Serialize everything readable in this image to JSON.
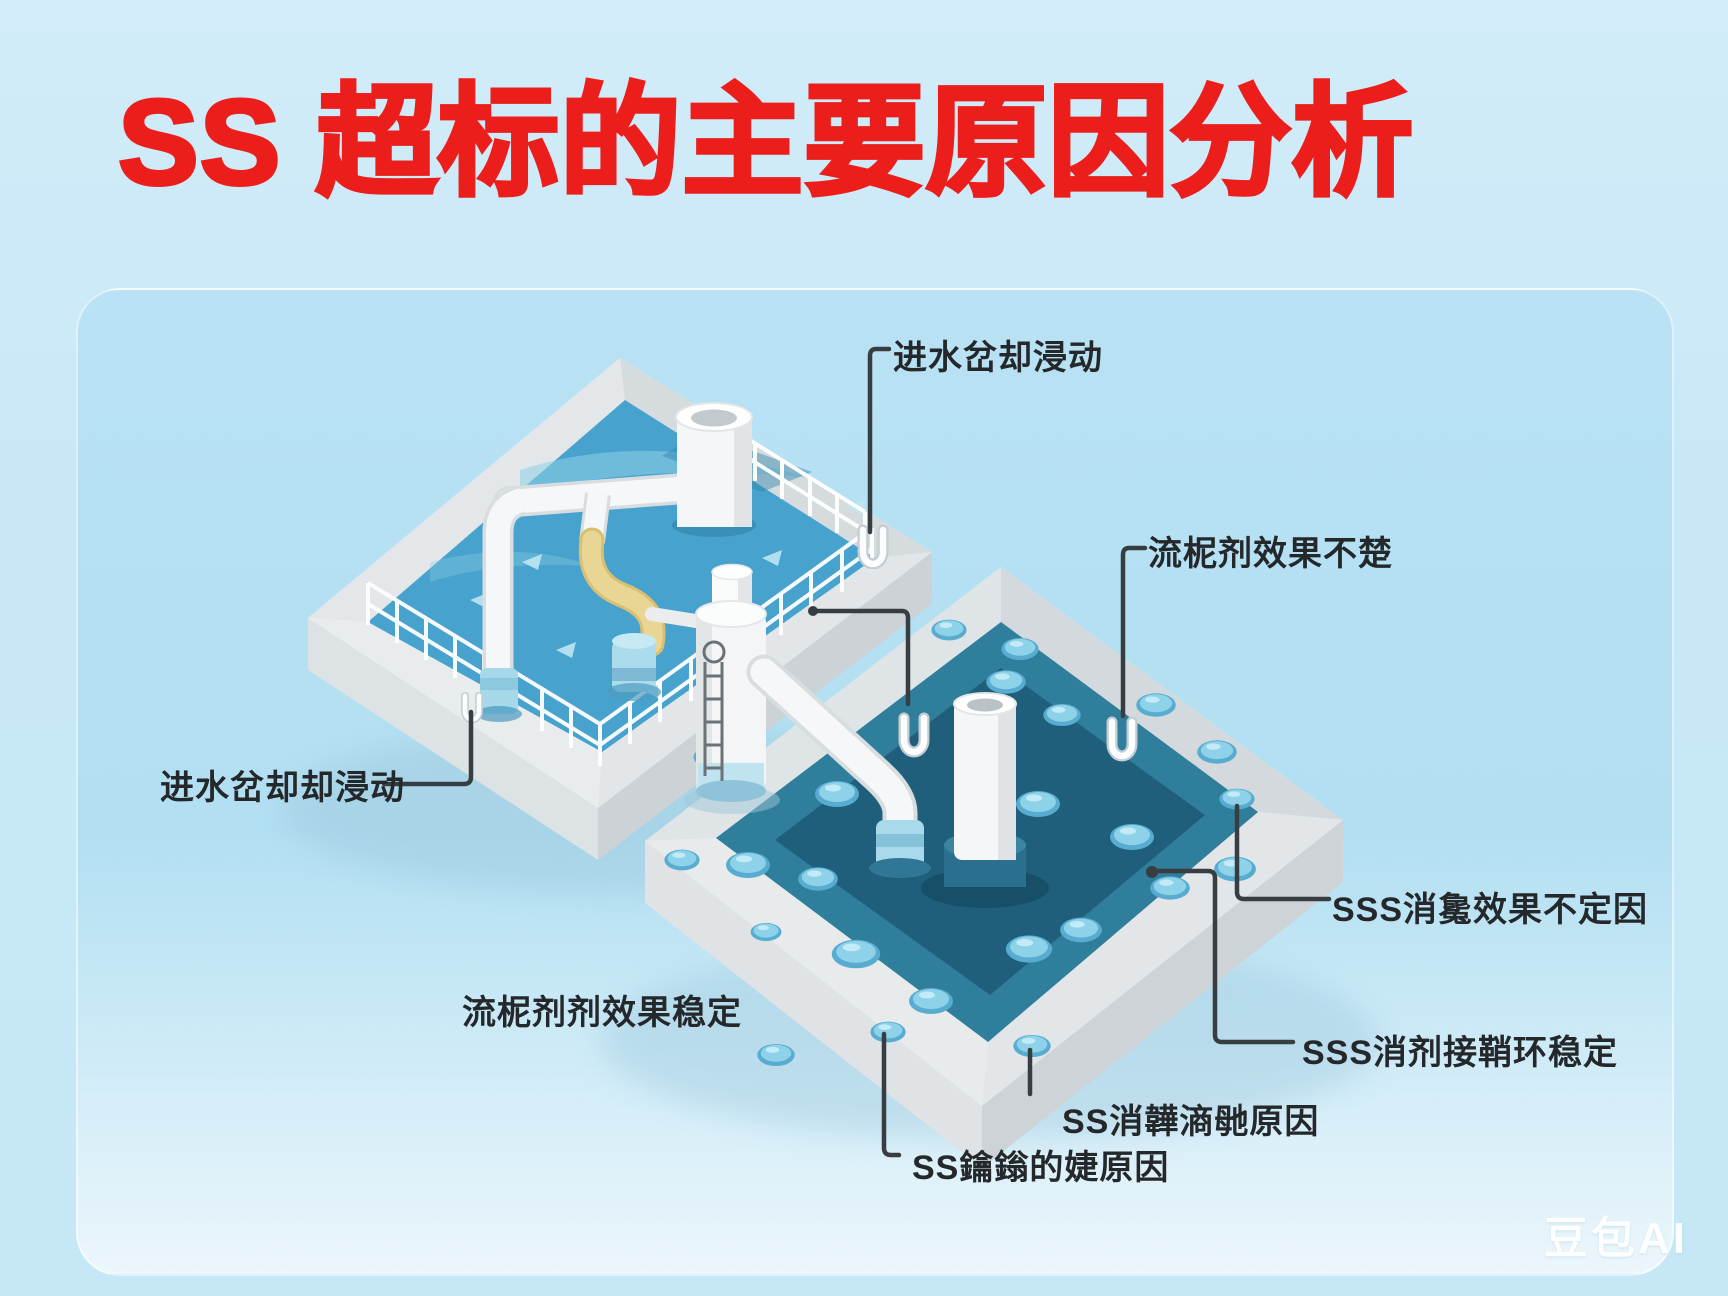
{
  "title": "SS 超标的主要原因分析",
  "watermark": "豆包AI",
  "colors": {
    "title_red": "#ec1e1c",
    "page_bg": "#c8e8f7",
    "card_bg": "#b5e0f3",
    "tank1_water": "#47a2cd",
    "tank2_water_outer": "#2f7e9c",
    "tank2_water_inner": "#1f5f7c",
    "bubble_blue": "#7cc5e0",
    "pipe_white": "#f5f7f8",
    "hose_yellow": "#e8d48e",
    "leader_line": "#383d42",
    "label_text": "#24282b"
  },
  "diagram": {
    "labels": [
      {
        "id": "influent-top",
        "text": "进水岔却浸动"
      },
      {
        "id": "flocculant-right",
        "text": "流柅剂效果不楚"
      },
      {
        "id": "influent-left",
        "text": "进水岔却却浸动"
      },
      {
        "id": "disinfection-effect-right",
        "text": "SSS消毚效果不定因"
      },
      {
        "id": "flocculant-bottom-left",
        "text": "流柅剂剂效果稳定"
      },
      {
        "id": "disinfection-stable-right",
        "text": "SSS消剂接鞘环稳定"
      },
      {
        "id": "ss-cause-mid",
        "text": "SS消韡滳毑原因"
      },
      {
        "id": "ss-cause-bottom",
        "text": "SS鑰鎓的婕原因"
      }
    ]
  }
}
